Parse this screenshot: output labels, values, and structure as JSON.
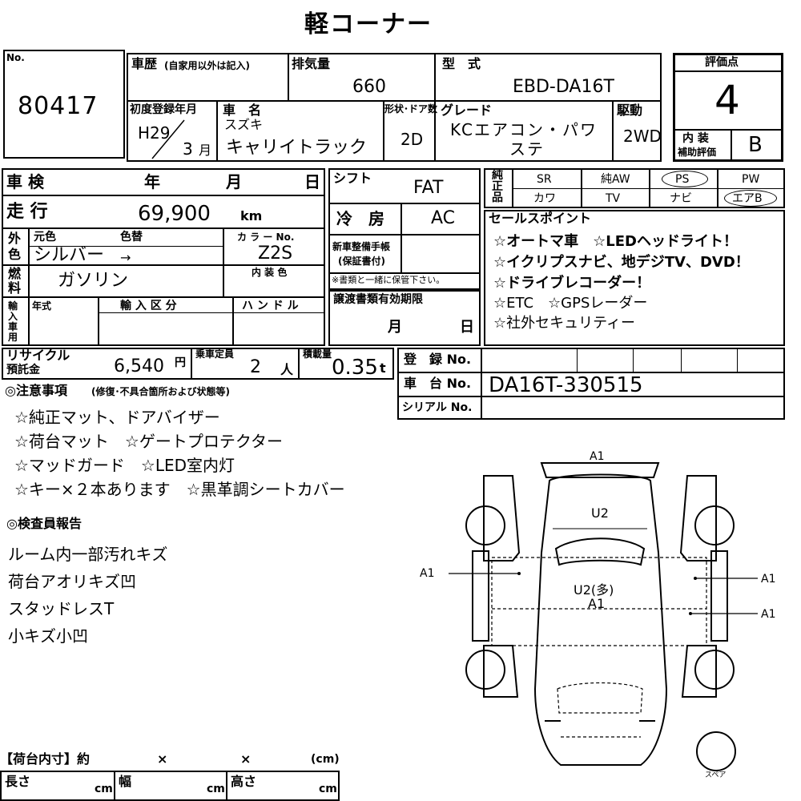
{
  "title": "軽コーナー",
  "lot": {
    "label": "No.",
    "number": "80417"
  },
  "history": {
    "label": "車歴",
    "sub": "(自家用以外は記入)"
  },
  "displacement": {
    "label": "排気量",
    "value": "660"
  },
  "model": {
    "label": "型　式",
    "value": "EBD-DA16T"
  },
  "rating": {
    "label": "評価点",
    "value": "4",
    "interior_label_1": "内 装",
    "interior_label_2": "補助評価",
    "interior_value": "B"
  },
  "first_reg": {
    "label": "初度登録年月",
    "year": "H29",
    "month": "3",
    "month_unit": "月"
  },
  "car_name": {
    "label": "車　名",
    "maker": "スズキ",
    "name": "キャリイトラック"
  },
  "doors": {
    "label": "形状･ドア数",
    "value": "2D"
  },
  "grade": {
    "label": "グレード",
    "line1": "KCエアコン・パワ",
    "line2": "ステ"
  },
  "drive": {
    "label": "駆動",
    "value": "2WD"
  },
  "inspection": {
    "label": "車 検",
    "year": "年",
    "month": "月",
    "day": "日"
  },
  "mileage": {
    "label": "走 行",
    "value": "69,900",
    "unit": "km"
  },
  "color": {
    "label_1": "外",
    "label_2": "色",
    "orig_label": "元色",
    "change_label": "色替",
    "value": "シルバー",
    "arrow": "→",
    "code_label": "カ ラ ー No.",
    "code": "Z2S",
    "interior_label": "内 装 色"
  },
  "fuel": {
    "label_1": "燃",
    "label_2": "料",
    "value": "ガソリン"
  },
  "import": {
    "label": [
      "輸",
      "入",
      "車",
      "用"
    ],
    "year_label": "年式",
    "division_label": "輸 入 区 分",
    "handle_label": "ハ ン ド ル"
  },
  "shift": {
    "label": "シフト",
    "value": "FAT"
  },
  "ac": {
    "label": "冷　房",
    "value": "AC"
  },
  "maintenance": {
    "label_1": "新車整備手帳",
    "label_2": "(保証書付)",
    "note": "※書類と一緒に保管下さい。"
  },
  "transfer": {
    "label": "譲渡書類有効期限",
    "month": "月",
    "day": "日"
  },
  "genuine": {
    "label": [
      "純",
      "正",
      "品"
    ],
    "row1": [
      "SR",
      "純AW",
      "PS",
      "PW"
    ],
    "row2": [
      "カワ",
      "TV",
      "ナビ",
      "エアB"
    ]
  },
  "sales": {
    "label": "セールスポイント",
    "items": [
      "☆オートマ車　☆LEDヘッドライト！",
      "☆イクリプスナビ、地デジTV、DVD！",
      "☆ドライブレコーダー！",
      "☆ETC　☆GPSレーダー",
      "☆社外セキュリティー"
    ]
  },
  "recycle": {
    "label_1": "リサイクル",
    "label_2": "預託金",
    "value": "6,540",
    "unit": "円"
  },
  "capacity": {
    "label": "乗車定員",
    "value": "2",
    "unit": "人"
  },
  "load": {
    "label": "積載量",
    "value": "0.35",
    "unit": "t"
  },
  "registration": {
    "label": "登　録 No.",
    "chassis_label": "車　台 No.",
    "chassis": "DA16T-330515",
    "serial_label": "シリアル No."
  },
  "notes": {
    "label": "◎注意事項",
    "sub": "(修復･不具合箇所および状態等)",
    "items": [
      "☆純正マット、ドアバイザー",
      "☆荷台マット　☆ゲートプロテクター",
      "☆マッドガード　☆LED室内灯",
      "☆キー×２本あります　☆黒革調シートカバー"
    ]
  },
  "inspector": {
    "label": "◎検査員報告",
    "items": [
      "ルーム内一部汚れキズ",
      "荷台アオリキズ凹",
      "スタッドレスT",
      "小キズ小凹"
    ]
  },
  "diagram": {
    "marks": {
      "front": "A1",
      "roof": "U2",
      "left": "A1",
      "center": "U2(多)",
      "center2": "A1",
      "right1": "A1",
      "right2": "A1"
    },
    "spare": "スペア"
  },
  "bed": {
    "label": "【荷台内寸】約",
    "x1": "×",
    "x2": "×",
    "unit_label": "(cm)",
    "length": "長さ",
    "width": "幅",
    "height": "高さ",
    "cm": "cm"
  }
}
